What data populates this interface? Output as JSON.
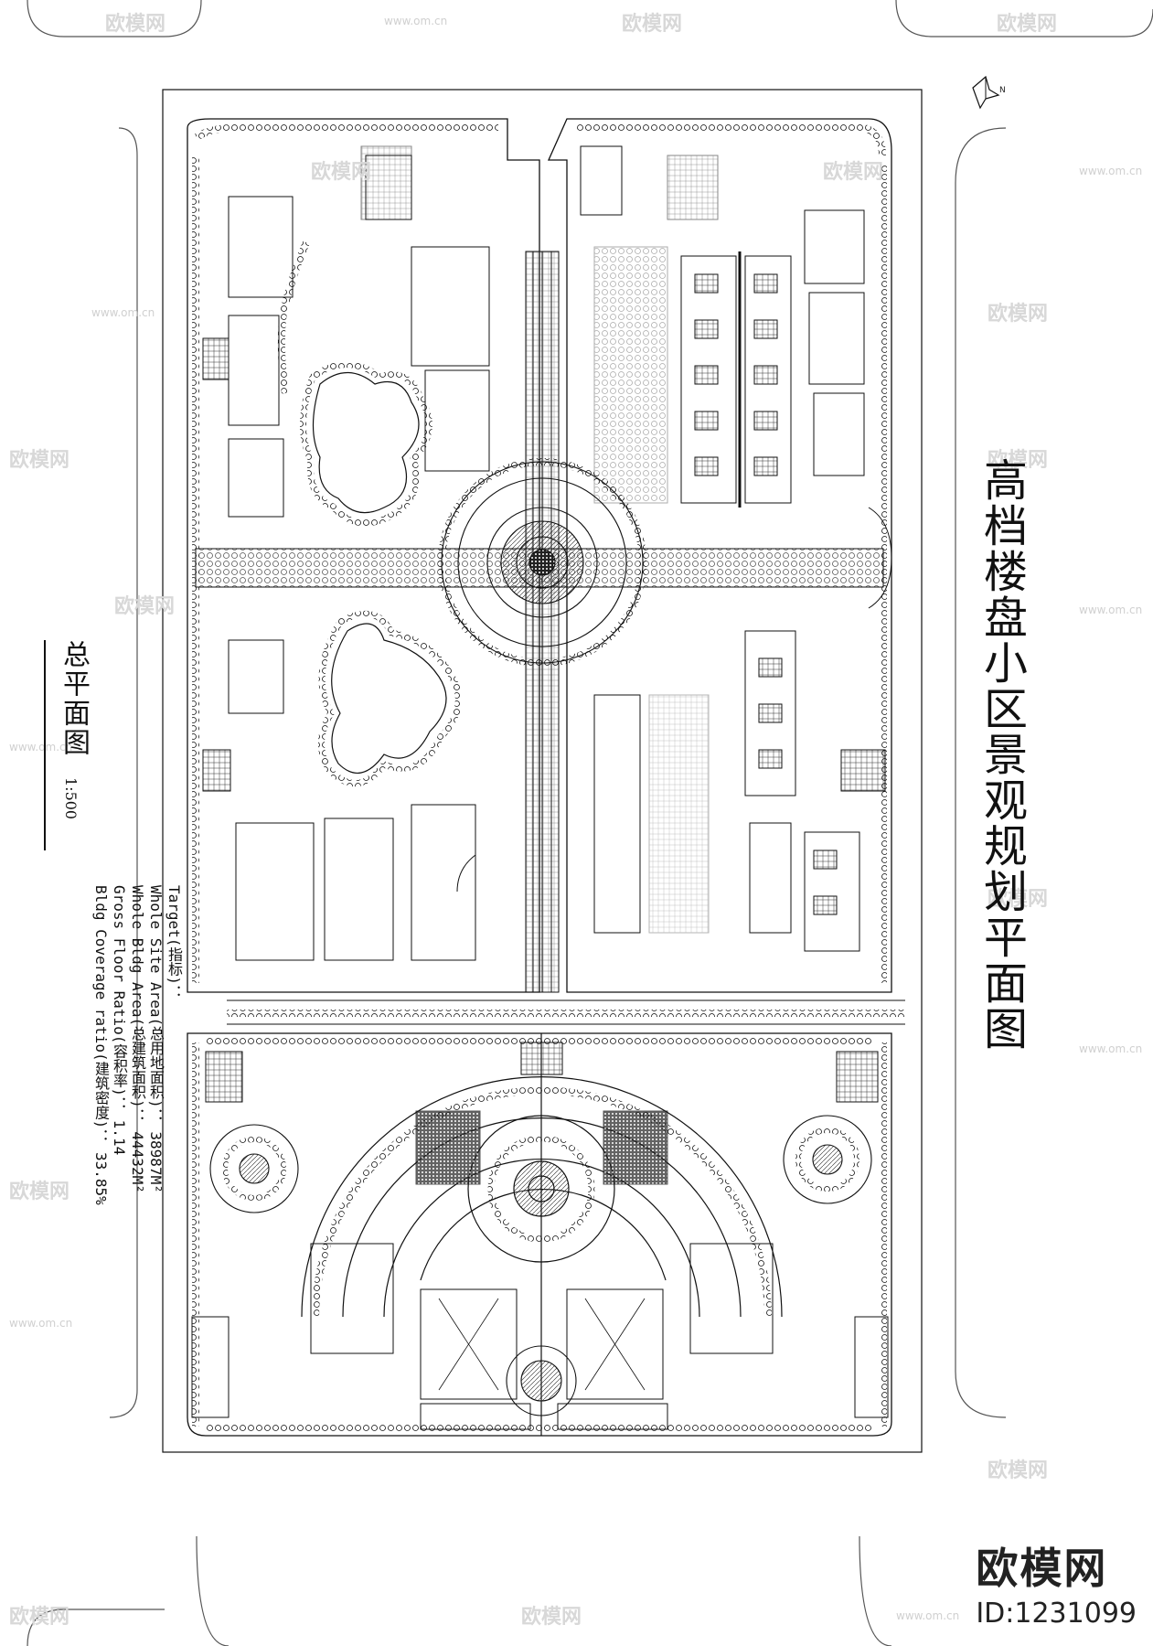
{
  "drawing": {
    "main_title": "高档楼盘小区景观规划平面图",
    "sub_title": "总平面图",
    "scale": "1:500",
    "north_label": "N"
  },
  "stats": [
    {
      "label": "Target(指标)：",
      "value": ""
    },
    {
      "label": "Whole Site Area(总用地面积)：",
      "value": "38987M²"
    },
    {
      "label": "Whole Bldg Area(总建筑面积)：",
      "value": "44432M²"
    },
    {
      "label": "Gross Floor Ratio(容积率)：",
      "value": "1.14"
    },
    {
      "label": "Bldg Coverage ratio(建筑密度)：",
      "value": "33.85%"
    }
  ],
  "brand": {
    "name": "欧模网",
    "id": "ID:1231099"
  },
  "watermark": {
    "text": "欧模网",
    "url": "www.om.cn"
  }
}
